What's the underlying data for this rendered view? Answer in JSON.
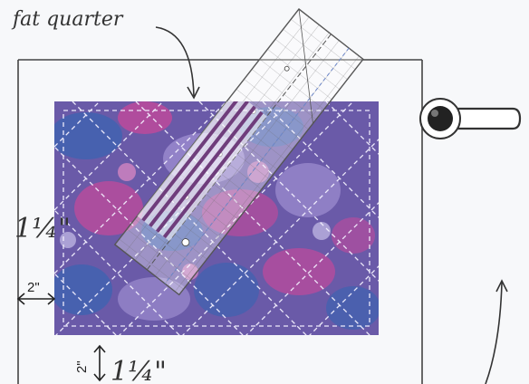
{
  "labels": {
    "fat_quarter": "fat quarter",
    "left_quarter": "1¼\"",
    "left_margin": "2\"",
    "bottom_small": "2\"",
    "bottom_quarter": "1¼\""
  },
  "colors": {
    "background": "#f7f8fa",
    "board_line": "#444444",
    "fabric_base": "#6a5aa8",
    "fabric_blue": "#3f63b0",
    "fabric_pink": "#c8489a",
    "fabric_lavender": "#9c8ccf",
    "quilting_line": "#f4f1ff",
    "ruler_line": "#555555",
    "cutter_dark": "#222222"
  },
  "icons": {
    "rotary_cutter": "rotary-cutter-icon",
    "ruler": "quilting-ruler"
  }
}
